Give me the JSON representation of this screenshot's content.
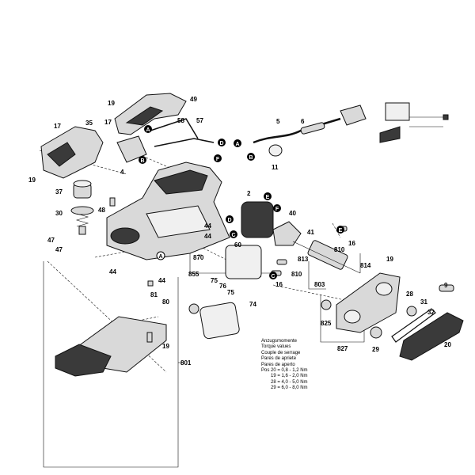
{
  "part_labels": [
    "2",
    "4",
    "5",
    "6",
    "9",
    "11",
    "16",
    "16",
    "17",
    "17",
    "19",
    "19",
    "19",
    "19",
    "20",
    "28",
    "29",
    "30",
    "31",
    "32",
    "35",
    "37",
    "40",
    "41",
    "44",
    "44",
    "44",
    "44",
    "47",
    "47",
    "48",
    "49",
    "57",
    "58",
    "60",
    "74",
    "75",
    "75",
    "76",
    "80",
    "81",
    "801",
    "803",
    "810",
    "810",
    "813",
    "814",
    "825",
    "827",
    "855",
    "870"
  ],
  "connector_letters": {
    "A": "A",
    "B": "B",
    "C": "C",
    "D": "D",
    "E": "E",
    "F": "F"
  },
  "torque": {
    "titles": [
      "Anzugsmomente",
      "Torque values",
      "Couple de serrage",
      "Pares de apriete",
      "Pares de aperto"
    ],
    "pos_header": "Pos",
    "rows": [
      {
        "pos": "20",
        "value": "= 0,8 - 1,2 Nm"
      },
      {
        "pos": "19",
        "value": "= 1,6 - 2,0 Nm"
      },
      {
        "pos": "28",
        "value": "= 4,0 - 5,0 Nm"
      },
      {
        "pos": "29",
        "value": "= 6,0 - 8,0 Nm"
      }
    ]
  }
}
